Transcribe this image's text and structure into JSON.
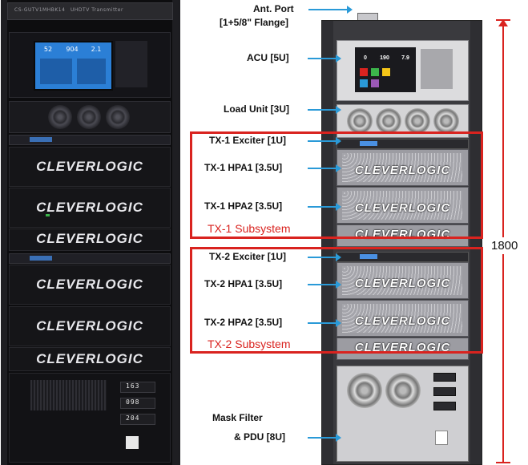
{
  "photo": {
    "top_strip_left": "CS-GUTV1MHBK14",
    "top_strip_center": "UHDTV Transmitter",
    "acu_values": [
      "52",
      "904",
      "2.1"
    ],
    "logo": "CLEVERLOGIC",
    "meters": [
      "163",
      "098",
      "204"
    ]
  },
  "drawing": {
    "acu_values": [
      "0",
      "190",
      "7.9"
    ],
    "logo": "CLEVERLOGIC"
  },
  "labels": {
    "ant_port_line1": "Ant. Port",
    "ant_port_line2": "[1+5/8\" Flange]",
    "acu": "ACU [5U]",
    "load_unit": "Load Unit [3U]",
    "tx1_exciter": "TX-1 Exciter [1U]",
    "tx1_hpa1": "TX-1 HPA1 [3.5U]",
    "tx1_hpa2": "TX-1 HPA2 [3.5U]",
    "tx1_subsystem": "TX-1 Subsystem",
    "tx2_exciter": "TX-2 Exciter [1U]",
    "tx2_hpa1": "TX-2 HPA1 [3.5U]",
    "tx2_hpa2": "TX-2 HPA2 [3.5U]",
    "tx2_subsystem": "TX-2 Subsystem",
    "mask_filter_line1": "Mask Filter",
    "mask_filter_line2": "& PDU  [8U]",
    "height": "1800"
  },
  "colors": {
    "accent_red": "#d9231f",
    "arrow_blue": "#2a9ad8"
  }
}
